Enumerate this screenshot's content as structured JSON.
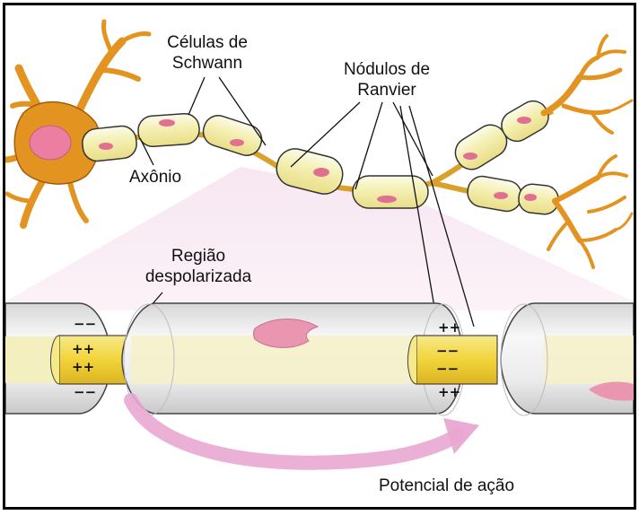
{
  "labels": {
    "schwann_line1": "Células de",
    "schwann_line2": "Schwann",
    "ranvier_line1": "Nódulos de",
    "ranvier_line2": "Ranvier",
    "axon": "Axônio",
    "region_line1": "Região",
    "region_line2": "despolarizada",
    "action_potential": "Potencial de ação"
  },
  "signs": {
    "plus": "+",
    "minus": "−",
    "plus_pair": "++",
    "minus_pair": "−−"
  },
  "colors": {
    "neuron_orange": "#e39420",
    "myelin_yellow": "#f3eeac",
    "axon_yellow": "#f2d43a",
    "nucleus_pink": "#e06f90",
    "projection_pink": "#f4dcec",
    "arrow_pink": "#e9a7d2",
    "sheath_gray": "#e3e3e3"
  }
}
